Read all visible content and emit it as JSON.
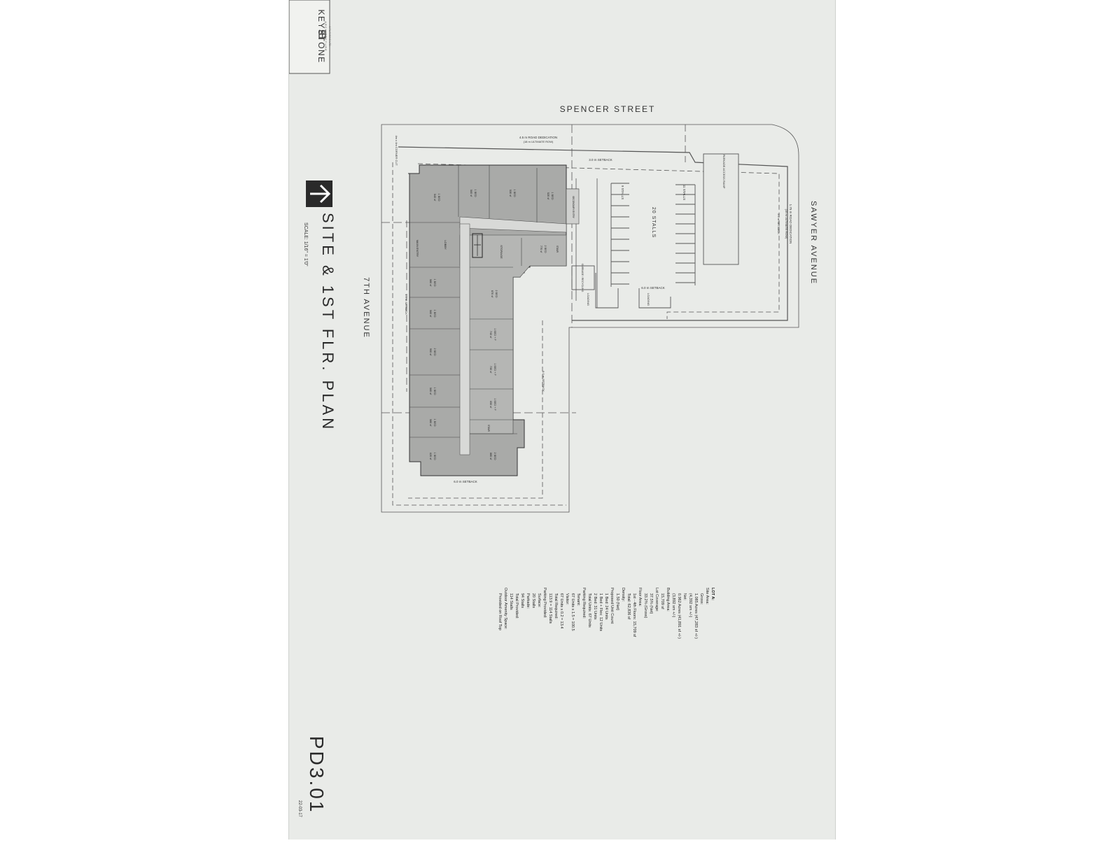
{
  "firm": {
    "name": "KEYSTONE",
    "subtitle": "ARCHITECTURE",
    "line3": "& PLANNING LTD."
  },
  "drawing": {
    "title": "SITE & 1ST FLR. PLAN",
    "scale": "SCALE: 1/16\" = 1'0\"",
    "sheet_number": "PD3.01",
    "date": "22-03-17"
  },
  "streets": {
    "north": "SPENCER STREET",
    "east": "SAWYER AVENUE",
    "west": "7TH AVENUE"
  },
  "site_labels": {
    "road_dedication_top": "4.5 m ROAD DEDICATION",
    "road_dedication_top_sub": "(18 m ULTIMATE ROW)",
    "road_dedication_side": "1.75 m ROAD DEDICATION",
    "road_dedication_side_sub": "(15 m ULTIMATE ROW)",
    "corner_cut": "4m x 4m CORNER CUT",
    "setback_top": "3.0 m SETBACK",
    "setback_east": "3.0 m SETBACK",
    "setback_mid": "6.0 m SETBACK",
    "setback_inner": "6.0 m SETBACK",
    "setback_bottom": "6.0 m SETBACK",
    "setback_west": "1.5 m SETBACK",
    "stalls_total": "20 STALLS",
    "stalls_left": "9 STALLS",
    "stalls_right": "11 STALLS",
    "amenity": "PARKADE ACCESS RAMP",
    "loading_1": "LOADING",
    "loading_2": "LOADING",
    "garbage": "GARBAGE / RECYCLING",
    "main_entry": "MAIN ENTRY",
    "lobby": "LOBBY",
    "storage": "STORAGE",
    "stair_1": "STAIR",
    "stair_2": "STAIR",
    "secondary_entry": "SECONDARY ENTRY"
  },
  "units": [
    {
      "label": "1 BED",
      "area": "540 sf"
    },
    {
      "label": "1 BED",
      "area": "560 sf"
    },
    {
      "label": "1 BED",
      "area": "530 sf"
    },
    {
      "label": "1 BED",
      "area": "520 sf"
    },
    {
      "label": "2 BED",
      "area": "770 sf"
    },
    {
      "label": "1 BED",
      "area": "580 sf"
    },
    {
      "label": "2 BED",
      "area": "870 sf"
    },
    {
      "label": "1 BED",
      "area": "560 sf"
    },
    {
      "label": "1 BED + F",
      "area": "740 sf"
    },
    {
      "label": "2 BED",
      "area": "900 sf"
    },
    {
      "label": "1 BED + F",
      "area": "730 sf"
    },
    {
      "label": "1 BED",
      "area": "560 sf"
    },
    {
      "label": "1 BED + F",
      "area": "650 sf"
    },
    {
      "label": "1 BED",
      "area": "580 sf"
    },
    {
      "label": "1 BED",
      "area": "620 sf"
    },
    {
      "label": "2 BED",
      "area": "880 sf"
    }
  ],
  "stats": {
    "lot": "LOT A:",
    "site_area": "Site Area:",
    "gross": "Gross:",
    "gross_val_1": "1.085 Acres (47,283 sf +/-)",
    "gross_val_2": "(4,392 sm +/-)",
    "net": "Net:",
    "net_val_1": "0.962 Acres (41,891 sf +/-)",
    "net_val_2": "(3,892 sm +/-)",
    "building_area": "Building Area:",
    "building_area_val": "15,709 sf",
    "lot_coverage": "Lot Coverage:",
    "lot_cov_1": "37.5% (Net)",
    "lot_cov_2": "33.2% (Gross)",
    "floor_area": "Floor Area:",
    "floor_area_1": "1st - 4th Floors: 15,709 sf",
    "floor_area_2": "Total: 62,836 sf",
    "density": "Density:",
    "density_val": "1.50 (Net)",
    "unit_count": "Proposed Unit Count:",
    "unit_1": "1 Bed: 24 Units",
    "unit_2": "1 Bed + Flex: 12 Units",
    "unit_3": "2 Bed: 31 Units",
    "unit_total": "Total Units: 67 Units",
    "parking_req": "Parking Required:",
    "tenant": "Tenant:",
    "tenant_val": "67 Units x 1.5 = 100.5",
    "visitor": "Visitor:",
    "visitor_val": "67 Units x 0.2 = 13.4",
    "total_req": "Total Required:",
    "total_req_val": "113.9 = 114 Stalls",
    "parking_prov": "Parking Provided:",
    "surface": "Surface:",
    "surface_val": "20 Stalls",
    "parkade": "Parkade:",
    "parkade_val": "94 Stalls",
    "total_prov": "Total Provided:",
    "total_prov_val": "114 Stalls",
    "outdoor": "Outdoor Amenity Space:",
    "outdoor_val": "Provided on Roof Top"
  }
}
